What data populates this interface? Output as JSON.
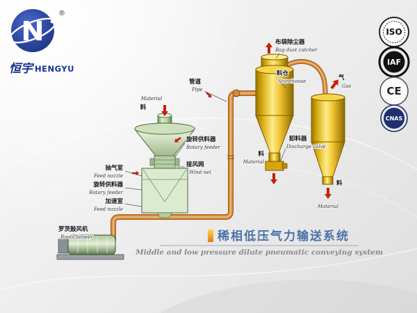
{
  "logo": {
    "brand_cn": "恒宇",
    "brand_en": "HENGYU",
    "registered_mark": "®"
  },
  "certifications": {
    "iso": "ISO",
    "iaf": "IAF",
    "ce": "CE",
    "cnas": "CNAS"
  },
  "colors": {
    "brand_blue": "#16338e",
    "title_blue": "#4a72a8",
    "vessel_gold": "#e8b400",
    "vessel_green": "#cfe0bc",
    "pipe_orange": "#c97b32",
    "arrow_red": "#c42109"
  },
  "labels": {
    "material_top": {
      "cn": "料",
      "en": "Material"
    },
    "pipe": {
      "cn": "管道",
      "en": "Pipe"
    },
    "bag_dust_catcher": {
      "cn": "布袋除尘器",
      "en": "Bag dust catcher"
    },
    "storehouse": {
      "cn": "料仓",
      "en": "Storehouse"
    },
    "gas": {
      "cn": "气",
      "en": "Gas"
    },
    "rotary_feeder_right": {
      "cn": "旋转供料器",
      "en": "Rotary feeder"
    },
    "wind_net": {
      "cn": "接风网",
      "en": "Wind net"
    },
    "suction_chamber": {
      "cn": "抽气室",
      "en": "Feed nozzle"
    },
    "rotary_feeder_left": {
      "cn": "旋转供料器",
      "en": "Rotary feeder"
    },
    "acceleration_chamber": {
      "cn": "加速室",
      "en": "Feed nozzle"
    },
    "roots_blower": {
      "cn": "罗茨鼓风机",
      "en": "Roots blower"
    },
    "discharge_valve": {
      "cn": "卸料器",
      "en": "Discharge valve"
    },
    "material_cyclone1": {
      "cn": "料",
      "en": "Material"
    },
    "material_cyclone2": {
      "cn": "料",
      "en": "Material"
    }
  },
  "title": {
    "cn": "稀相低压气力输送系统",
    "en": "Middle and low pressure dilute pneumatic conveying system"
  }
}
